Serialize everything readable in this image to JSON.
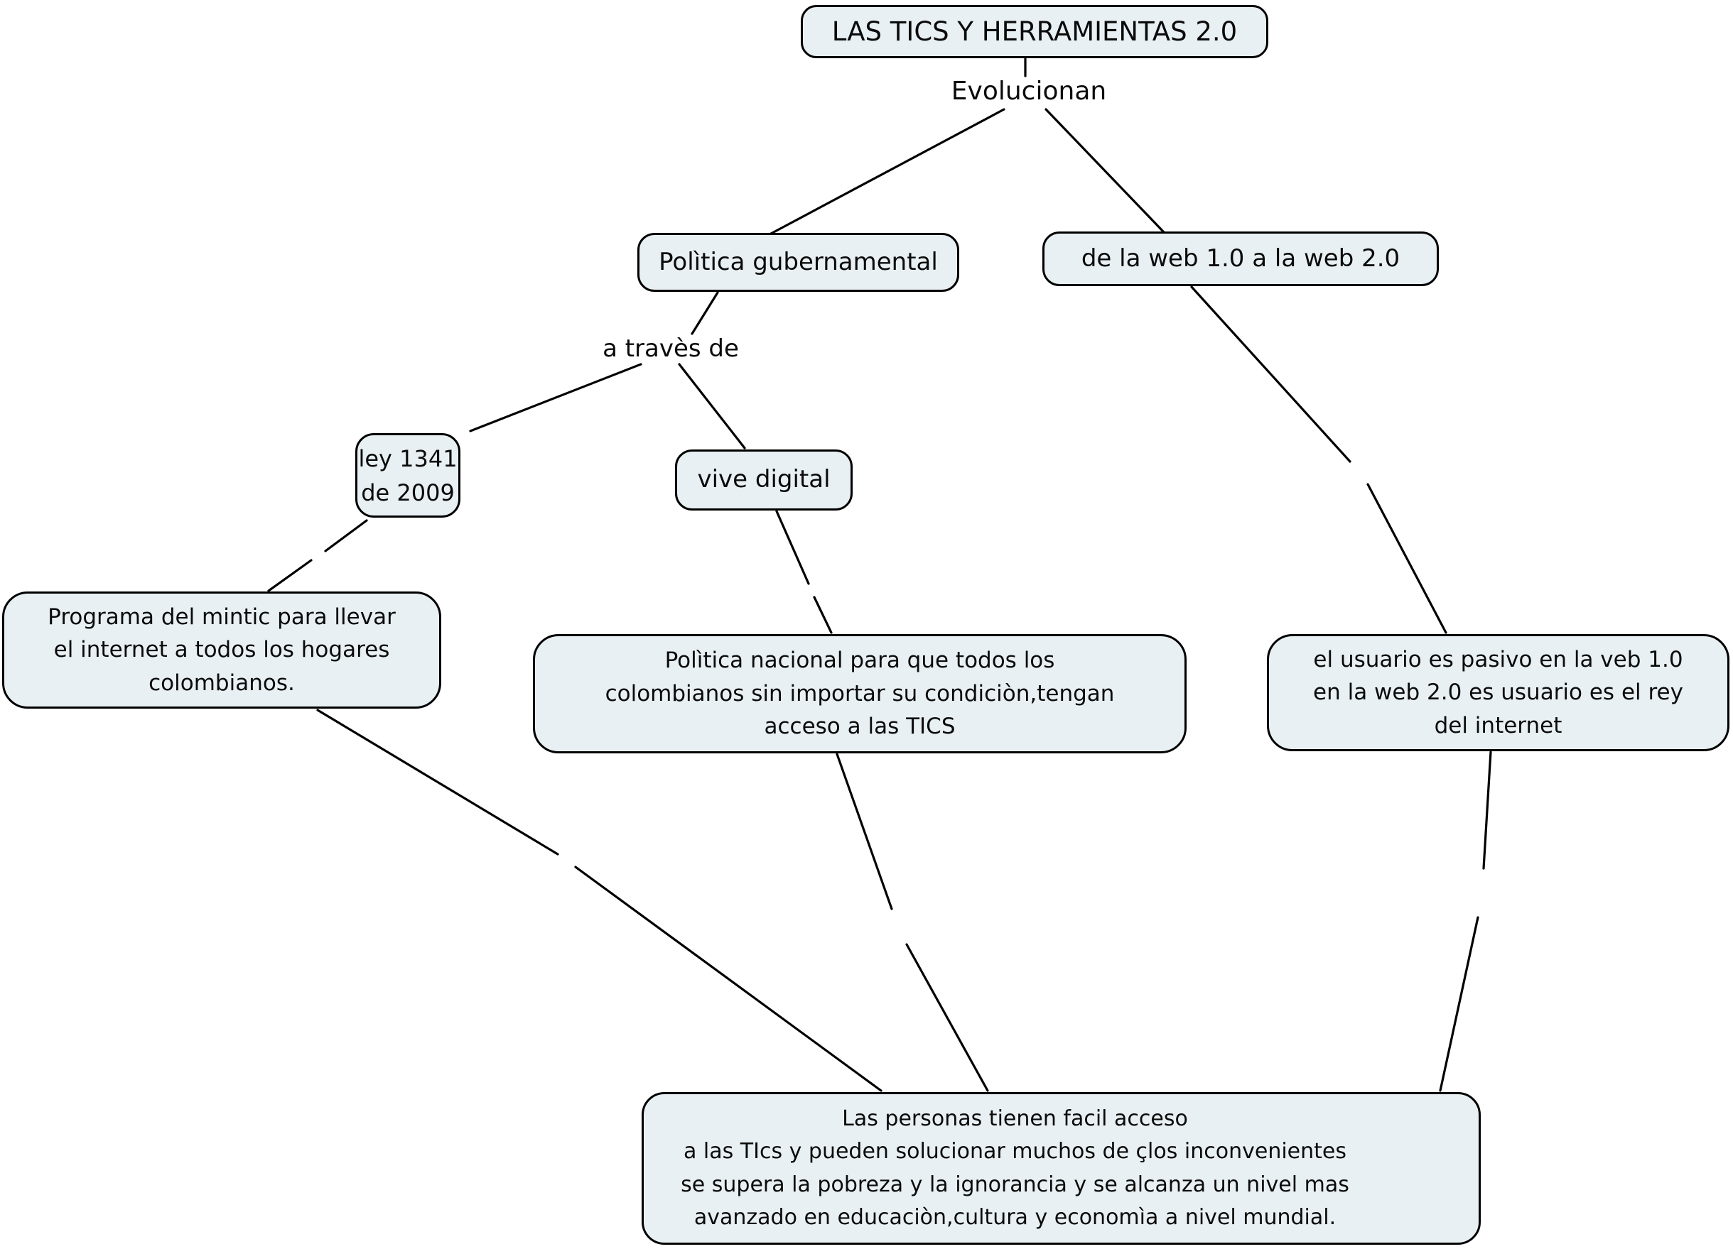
{
  "diagram": {
    "type": "concept-map",
    "colors": {
      "node_fill": "#e9f0f3",
      "node_border": "#000000",
      "line": "#000000",
      "background": "#ffffff",
      "text": "#0b0b0b"
    },
    "nodes": {
      "root": {
        "label": "LAS TICS Y HERRAMIENTAS 2.0"
      },
      "politica_gubernamental": {
        "label": "Polìtica gubernamental"
      },
      "web_evolution": {
        "label": "de la web 1.0 a la web 2.0"
      },
      "ley_1341": {
        "label": "ley 1341\nde 2009"
      },
      "vive_digital": {
        "label": "vive digital"
      },
      "programa_mintic": {
        "label": "Programa del mintic para llevar\nel internet a todos los hogares\ncolombianos."
      },
      "politica_nacional": {
        "label": "Polìtica nacional para que todos los\ncolombianos sin importar su condiciòn,tengan\nacceso a las TICS"
      },
      "usuario_web": {
        "label": "el usuario es pasivo en la veb 1.0\nen la web 2.0 es usuario es el rey\ndel internet"
      },
      "personas_acceso": {
        "label": "Las personas tienen facil acceso\na las TIcs y pueden solucionar muchos de çlos inconvenientes\nse supera la pobreza y la ignorancia y se alcanza un nivel mas\navanzado en educaciòn,cultura y economìa a nivel mundial."
      }
    },
    "link_labels": {
      "evolucionan": "Evolucionan",
      "a_traves_de": "a travès de"
    }
  }
}
